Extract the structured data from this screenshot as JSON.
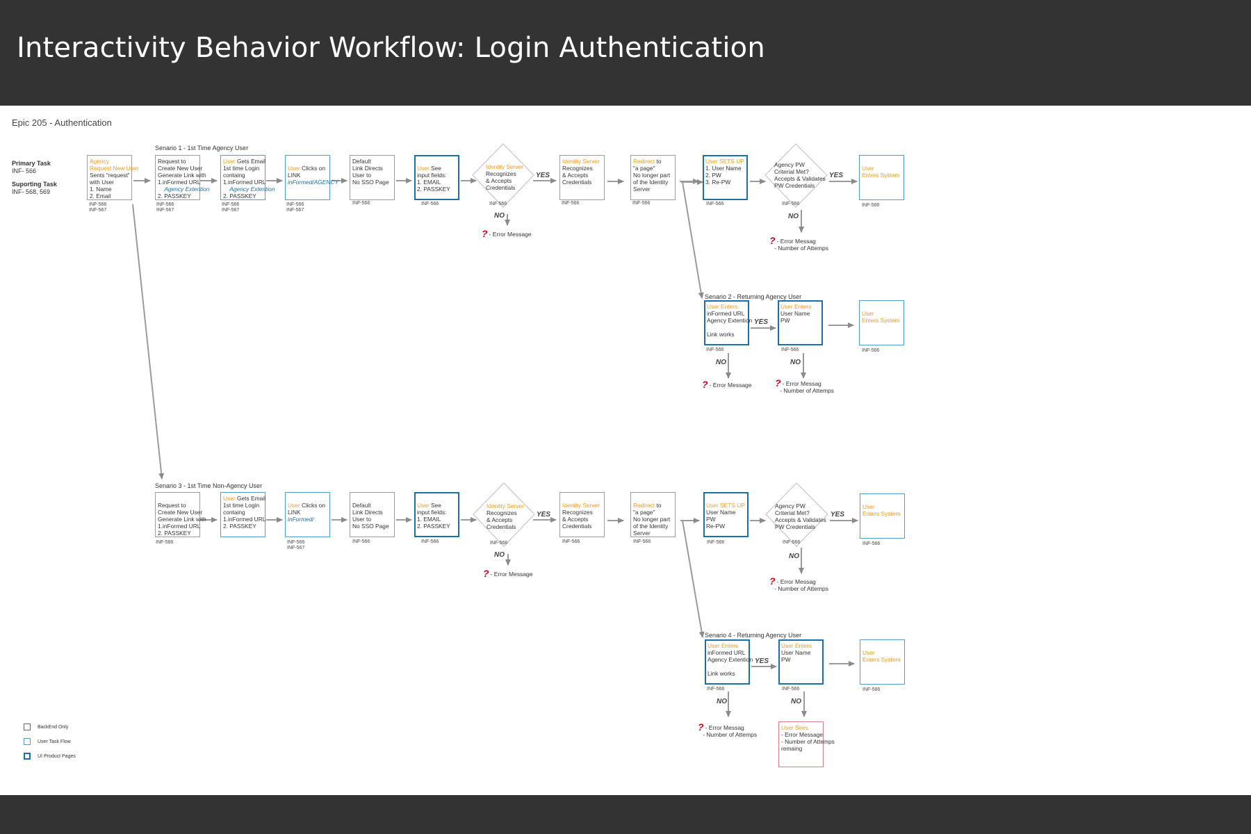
{
  "header": {
    "title": "Interactivity Behavior Workflow:  Login Authentication"
  },
  "epic": "Epic 205 - Authentication",
  "tasks": {
    "primary_label": "Primary Task",
    "primary_id": "INF- 566",
    "supporting_label": "Suporting Task",
    "supporting_id": "INF- 568, 569"
  },
  "scenarios": [
    "Senario 1 - 1st Time Agency User",
    "Senario 2 - Returning Agency User",
    "Senario 3 - 1st Time Non-Agency User",
    "Senario 4 - Returning Agency User"
  ],
  "labels": {
    "yes": "YES",
    "no": "NO"
  },
  "errors": {
    "msg": "- Error Message",
    "messag": "- Error Messag",
    "attempts": "- Number of Attemps",
    "s4_user_sees": "User Sees",
    "s4_l1": "- Error Message",
    "s4_l2": "- Number of Attemps",
    "s4_l3": "remaing"
  },
  "legend": {
    "backend": "BackEnd Only",
    "taskflow": "User Task Flow",
    "ui": "UI Product Pages"
  },
  "colors": {
    "header": "#333333",
    "orange": "#f29a1c",
    "blue": "#1a6fa8",
    "light_blue": "#4a9fd0",
    "error_q": "#d0021b",
    "error_box": "#e07a86"
  },
  "icons": {
    "error": "question-mark-icon"
  },
  "text": {
    "s1_agency": "Agency",
    "s1_request_new_user": "Request New User",
    "s1_sends": "Sents \"request\"",
    "s1_with_user": "with User",
    "s1_name": "1. Name",
    "s1_email": "2. Email",
    "req_to": "Request to",
    "create_new_user": "Create New User",
    "gen_link": "Generate Link with",
    "informed_url": "1.inFormed URL",
    "agency_ext": "Agency Extention",
    "passkey": "2. PASSKEY",
    "user": "User",
    "gets_email": " Gets Email",
    "first_login": "1st time Login",
    "containg": "containg",
    "clicks_on": " Clicks on",
    "link": "LINK",
    "informed_agency": "inFormed/AGENCY",
    "informed_slash": "inFormed/",
    "default": "Default",
    "link_directs": "Link Directs",
    "user_to": "User to",
    "no_sso": "No SSO Page",
    "see": " See",
    "input_fields": "input fields:",
    "f_email": "1. EMAIL",
    "f_passkey": "2. PASSKEY",
    "identity_server": "Identity Server",
    "recognizes": "Recognizes",
    "accepts": "& Accepts",
    "credentials": "Credentials",
    "redirect": "Redirect",
    "to": " to",
    "a_page": "\"a page\"",
    "no_longer": "No longer part",
    "of_identity": "of the Identity",
    "server": "Server",
    "user_sets_up": "User SETS UP",
    "n_user_name": "1. User Name",
    "n_pw": "2. PW",
    "n_repw": "3. Re-PW",
    "user_name": "User Name",
    "pw": "PW",
    "repw": "Re-PW",
    "agency_pw": "Agency PW",
    "criterial_met": "Criterial Met?",
    "accepts_validates": "Accepts & Validates",
    "pw_credentials": "PW Credentials",
    "enters_system": "Enters System",
    "user_enters": "User Enters",
    "informed_url_plain": "inFormed URL",
    "agency_extention": "Agency Extention",
    "link_works": "Link works"
  },
  "ids": {
    "i566": "INF-566",
    "i567": "INF-567"
  }
}
